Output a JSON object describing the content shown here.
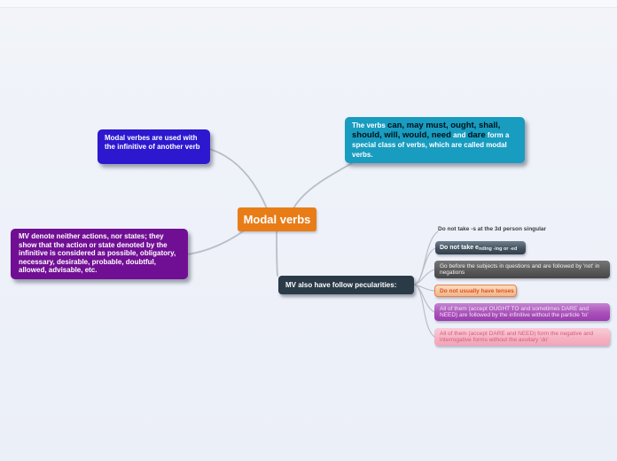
{
  "canvas": {
    "background_color": "#eff2f9",
    "connector_color": "#b9bec8"
  },
  "root": {
    "label": "Modal verbs",
    "bg_color": "#e87d18",
    "text_color": "#ffffff"
  },
  "nodes": {
    "usage": {
      "text": "Modal verbes are used with the infinitive of another verb",
      "bg_color": "#2d18d0",
      "text_color": "#ffffff"
    },
    "definition": {
      "lead": "The verbs",
      "verbs": "can, may must, ought, shall, should, will, would, need",
      "conj": "and",
      "dare": "dare",
      "tail": "form a special class of verbs, which are called modal verbs.",
      "bg_color": "#189cc0",
      "text_color": "#ffffff",
      "accent_text_color": "#001018"
    },
    "denote": {
      "text": "MV denote neither actions, nor states; they show that the action or state denoted by the infinitive is considered as possible, obligatory, necessary, desirable, probable, doubtful, allowed, advisable, etc.",
      "bg_color": "#710f94",
      "text_color": "#ffffff"
    },
    "pecularities": {
      "text": "MV also have follow pecularities:",
      "bg_color": "#2b3a47",
      "text_color": "#ffffff"
    }
  },
  "pecularity_items": [
    {
      "text": "Do not take -s at the 3d person singular",
      "style": "plain-text",
      "text_color": "#3d3d3d"
    },
    {
      "text_main": "Do not take e",
      "text_small": "nding -ing or -ed",
      "style": "slate-box",
      "bg_color": "#45535f",
      "text_color": "#ffffff"
    },
    {
      "text": "Go before the subjects in questions and are followed by 'not' in negations",
      "style": "gray-box",
      "bg_color": "#5a5a5a",
      "text_color": "#f1f1f1"
    },
    {
      "text": "Do not usually have tenses",
      "style": "peach-box",
      "bg_color": "#f5c49c",
      "border_color": "#e3824e",
      "text_color": "#df4f26"
    },
    {
      "text": "All of them (accept OUGHT TO and sometimes DARE and NEED) are followed by the infinitive without the particle 'to'",
      "style": "violet-box",
      "bg_color": "#a851b8",
      "text_color": "#f6e3fa"
    },
    {
      "text": "All of them (accept DARE and NEED) form the negative and interrogative forms without the axullary 'do'",
      "style": "pink-box",
      "bg_color": "#f5b3c3",
      "text_color": "#d55d7e"
    }
  ]
}
